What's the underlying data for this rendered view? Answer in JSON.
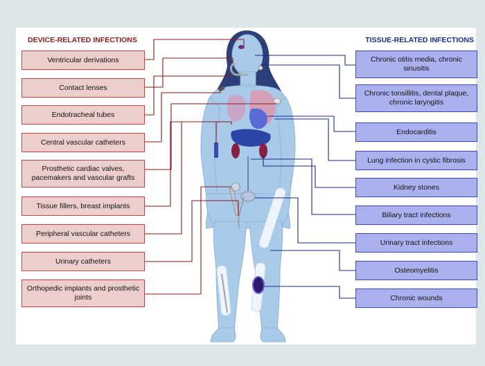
{
  "headings": {
    "device": "DEVICE-RELATED INFECTIONS",
    "tissue": "TISSUE-RELATED INFECTIONS"
  },
  "device_infections": [
    "Ventricular derivations",
    "Contact lenses",
    "Endotracheal tubes",
    "Central vascular catheters",
    "Prosthetic cardiac valves, pacemakers and vascular grafts",
    "Tissue fillers, breast implants",
    "Peripheral vascular catheters",
    "Urinary catheters",
    "Orthopedic implants and prosthetic joints"
  ],
  "tissue_infections": [
    "Chronic otitis media, chronic sinusitis",
    "Chronic tonsillitis, dental plaque, chronic laryngitis",
    "Endocarditis",
    "Lung infection in cystic fibrosis",
    "Kidney stones",
    "Biliary tract infections",
    "Urinary tract infections",
    "Osteomyelitis",
    "Chronic wounds"
  ],
  "colors": {
    "device_box_fill": "#eccfcc",
    "device_border": "#b04a46",
    "tissue_box_fill": "#a9b2ef",
    "tissue_border": "#3f48b6",
    "body": "#a8c8e8"
  }
}
